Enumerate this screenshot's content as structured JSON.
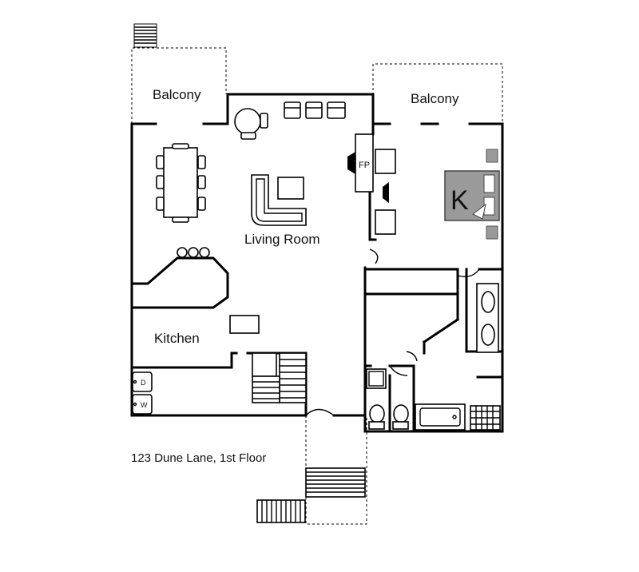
{
  "rooms": {
    "balcony_left": "Balcony",
    "balcony_right": "Balcony",
    "living_room": "Living Room",
    "kitchen": "Kitchen",
    "fireplace": "FP",
    "bed_marker": "K",
    "dryer": "D",
    "washer": "W"
  },
  "caption": "123 Dune Lane, 1st Floor",
  "colors": {
    "wall": "#000000",
    "bed": "#9a9a9a",
    "background": "#ffffff"
  }
}
